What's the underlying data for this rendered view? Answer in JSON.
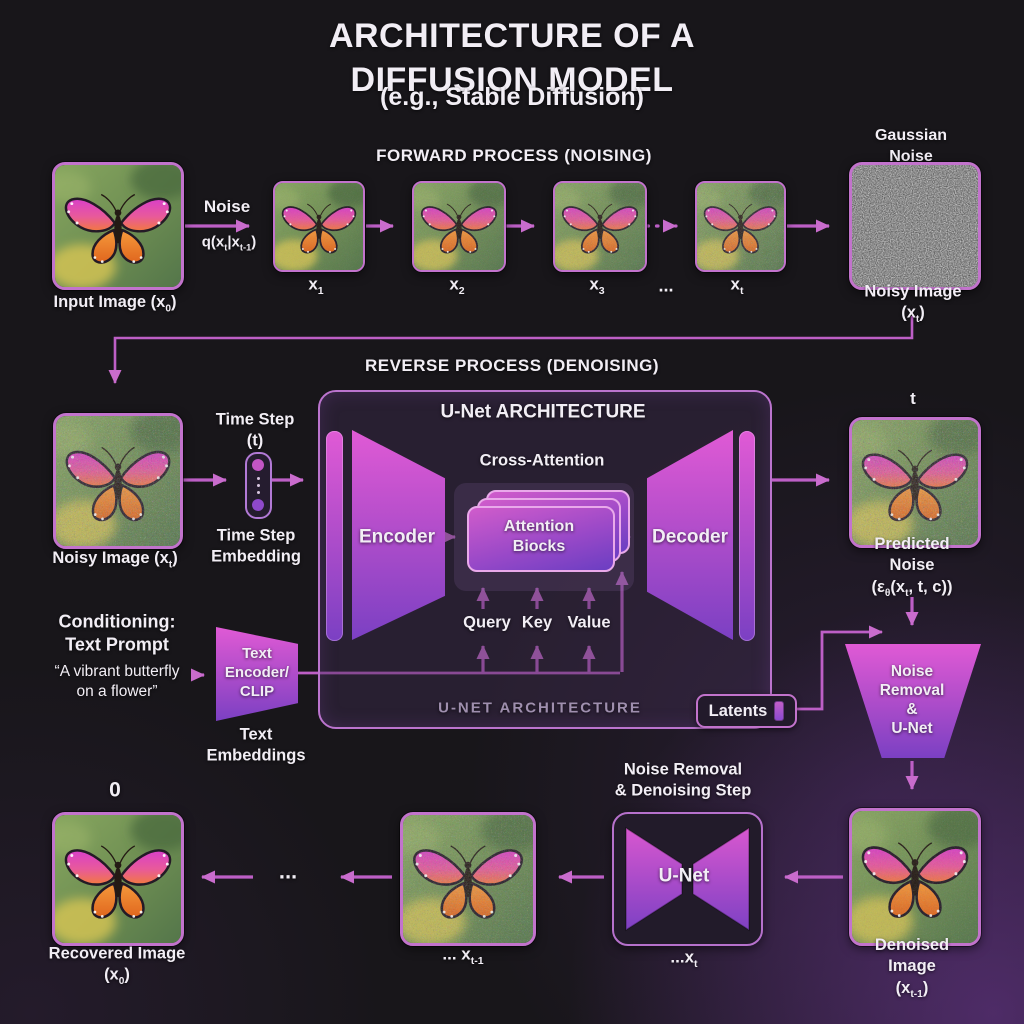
{
  "title": {
    "main": "ARCHITECTURE OF A DIFFUSION MODEL",
    "subtitle": "(e.g., Stable Diffusion)"
  },
  "forward": {
    "heading": "FORWARD PROCESS (NOISING)",
    "gaussian_label": "Gaussian Noise",
    "input_label": "Input Image (x<sub>0</sub>)",
    "noise_label": "Noise",
    "q_formula": "q(x<sub>t</sub>|x<sub>t-1</sub>)",
    "steps": [
      "x<sub>1</sub>",
      "x<sub>2</sub>",
      "x<sub>3</sub>",
      "x<sub>t</sub>"
    ],
    "dots": "...",
    "noisy_top_label": "Noisy Image (x<sub>t</sub>)"
  },
  "reverse": {
    "heading": "REVERSE PROCESS (DENOISING)",
    "noisy_left_label": "Noisy Image (x<sub>t</sub>)"
  },
  "timestep": {
    "label": "Time Step\n(t)",
    "embedding_label": "Time Step\nEmbedding"
  },
  "unet": {
    "title": "U-Net ARCHITECTURE",
    "encoder": "Encoder",
    "cross_attention": "Cross-Attention",
    "attention_blocks": "Attention\nBiocks",
    "decoder": "Decoder",
    "query": "Query",
    "key": "Key",
    "value": "Value",
    "bottom_label": "U-NET ARCHITECTURE",
    "latents": "Latents"
  },
  "conditioning": {
    "heading": "Conditioning:\nText Prompt",
    "prompt": "“A vibrant butterfly\non a flower”",
    "encoder_label": "Text\nEncoder/\nCLIP",
    "embeddings_label": "Text\nEmbeddings"
  },
  "outputs": {
    "t_label": "t",
    "predicted_label": "Predicted Noise<br>(ε<sub>θ</sub>(x<sub>t</sub>, t, c))",
    "funnel_label": "Noise\nRemoval\n&\nU-Net",
    "denoised_label": "Denoised Image<br>(x<sub>t-1</sub>)"
  },
  "bottom": {
    "denoise_step_label": "Noise Removal\n& Denoising Step",
    "unet_label": "U-Net",
    "xt_label": "...x<sub>t</sub>",
    "xt1_label": "... x<sub>t-1</sub>",
    "dots": "...",
    "zero_label": "0",
    "recovered_label": "Recovered Image<br>(x<sub>0</sub>)"
  },
  "colors": {
    "arrow": "#bd5fc6",
    "border_accent": "#c273cc",
    "gradient_top": "#e05ad5",
    "gradient_bottom": "#7b40c3",
    "background": "#18161a"
  }
}
